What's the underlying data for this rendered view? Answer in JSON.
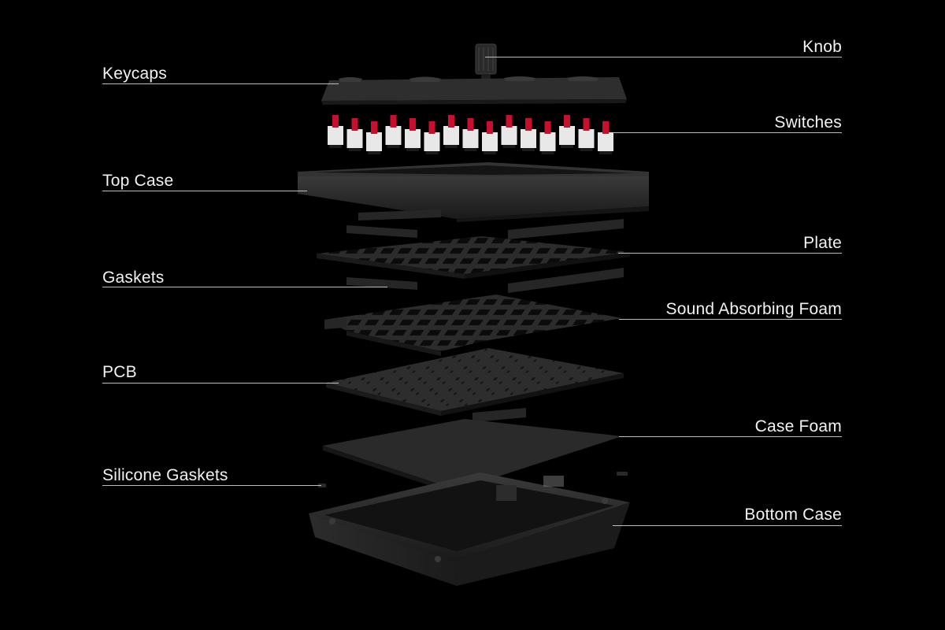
{
  "labels": {
    "knob": "Knob",
    "keycaps": "Keycaps",
    "switches": "Switches",
    "top_case": "Top Case",
    "plate": "Plate",
    "gaskets": "Gaskets",
    "sound_absorbing_foam": "Sound Absorbing Foam",
    "pcb": "PCB",
    "case_foam": "Case Foam",
    "silicone_gaskets": "Silicone Gaskets",
    "bottom_case": "Bottom Case"
  },
  "colors": {
    "background": "#000000",
    "label_text": "#f2f2f2",
    "leader_line": "#bdbdbd",
    "component_dark": "#2a2a2a",
    "switch_red": "#c8102e",
    "switch_white": "#e8e8e8"
  }
}
